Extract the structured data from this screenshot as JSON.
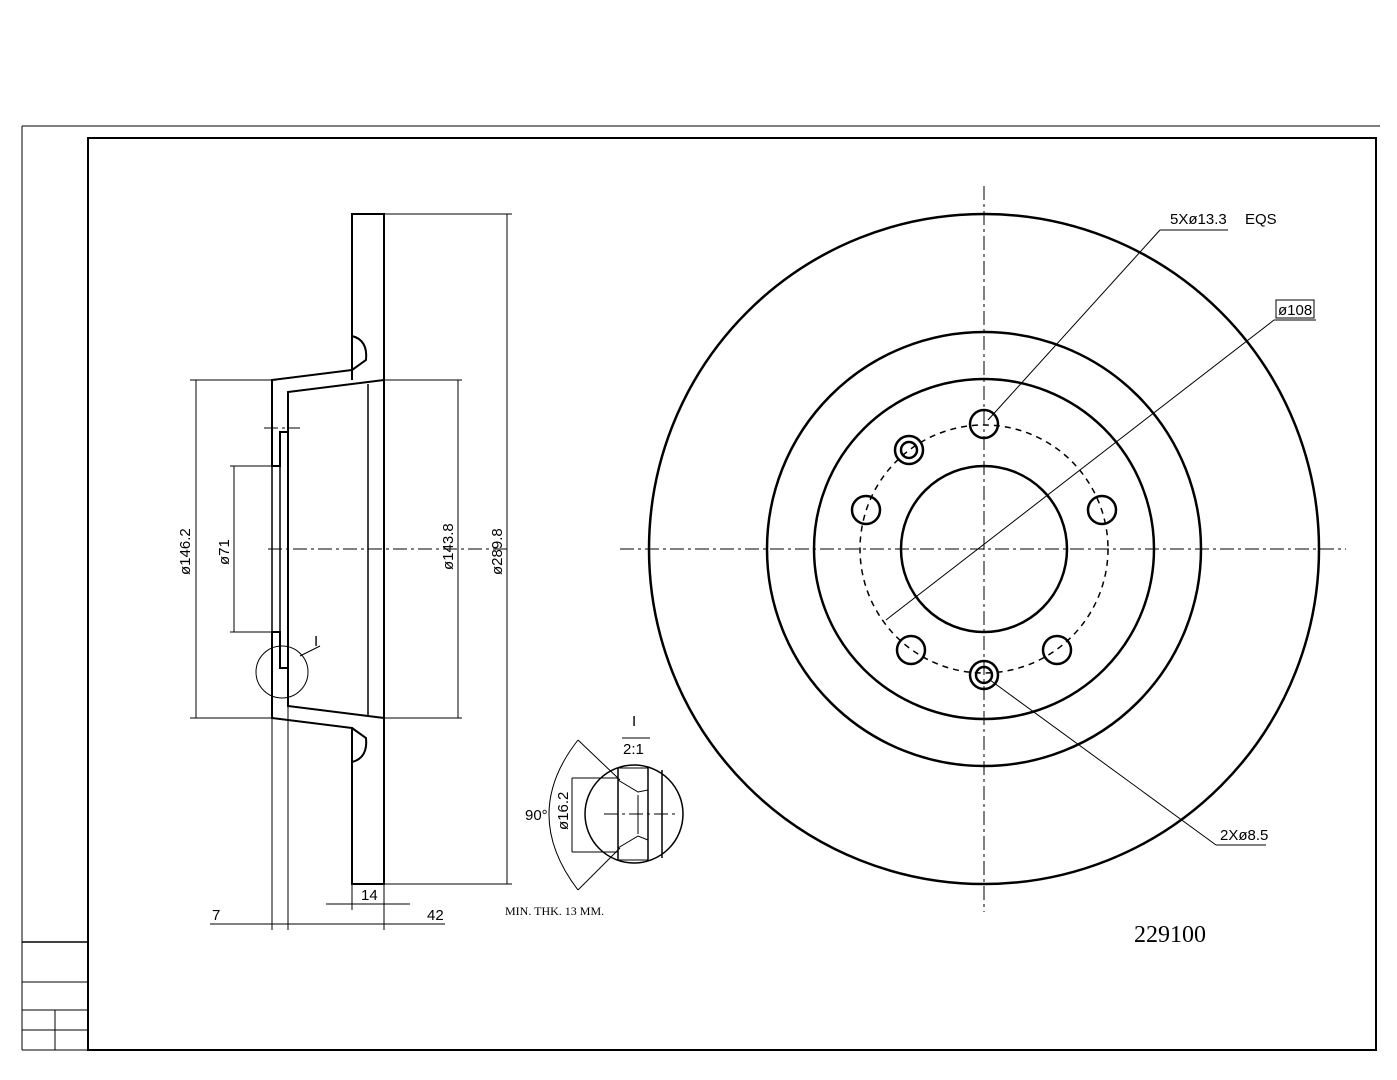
{
  "drawing": {
    "part_number": "229100",
    "min_thickness_note": "MIN. THK. 13 MM.",
    "detail_label": "I",
    "detail_scale": "2:1",
    "dimensions": {
      "hub_outer_diameter": "ø146.2",
      "center_bore": "ø71",
      "hat_inner_diameter": "ø143.8",
      "disc_diameter": "ø289.8",
      "disc_thickness": "14",
      "hat_offset": "7",
      "total_height": "42",
      "bolt_holes": "5Xø13.3",
      "bolt_holes_spacing": "EQS",
      "bolt_circle": "ø108",
      "aux_holes": "2Xø8.5",
      "chamfer_angle": "90°",
      "chamfer_diameter": "ø16.2"
    }
  }
}
